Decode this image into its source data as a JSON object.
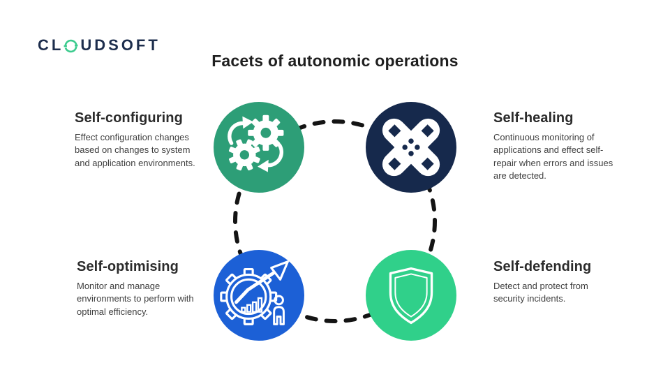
{
  "logo": {
    "prefix": "CL",
    "suffix": "UDSOFT",
    "text_color": "#1d2e4d",
    "mark_color": "#3ccb8e"
  },
  "title": "Facets of autonomic operations",
  "connector": {
    "shape": "dashed-circle",
    "color": "#141414"
  },
  "facets": [
    {
      "heading": "Self-configuring",
      "body": "Effect configuration changes\nbased on changes to system\nand application environments.",
      "circle_color": "#2d9e77",
      "icon": "sync-gears-icon"
    },
    {
      "heading": "Self-healing",
      "body": "Continuous monitoring of\napplications and effect self-\nrepair when errors and issues\nare detected.",
      "circle_color": "#16294c",
      "icon": "crossed-bandages-icon"
    },
    {
      "heading": "Self-optimising",
      "body": "Monitor and manage\nenvironments to perform with\noptimal efficiency.",
      "circle_color": "#1c60d6",
      "icon": "gear-growth-chart-icon"
    },
    {
      "heading": "Self-defending",
      "body": "Detect and protect from\nsecurity incidents.",
      "circle_color": "#30d08a",
      "icon": "shield-icon"
    }
  ]
}
